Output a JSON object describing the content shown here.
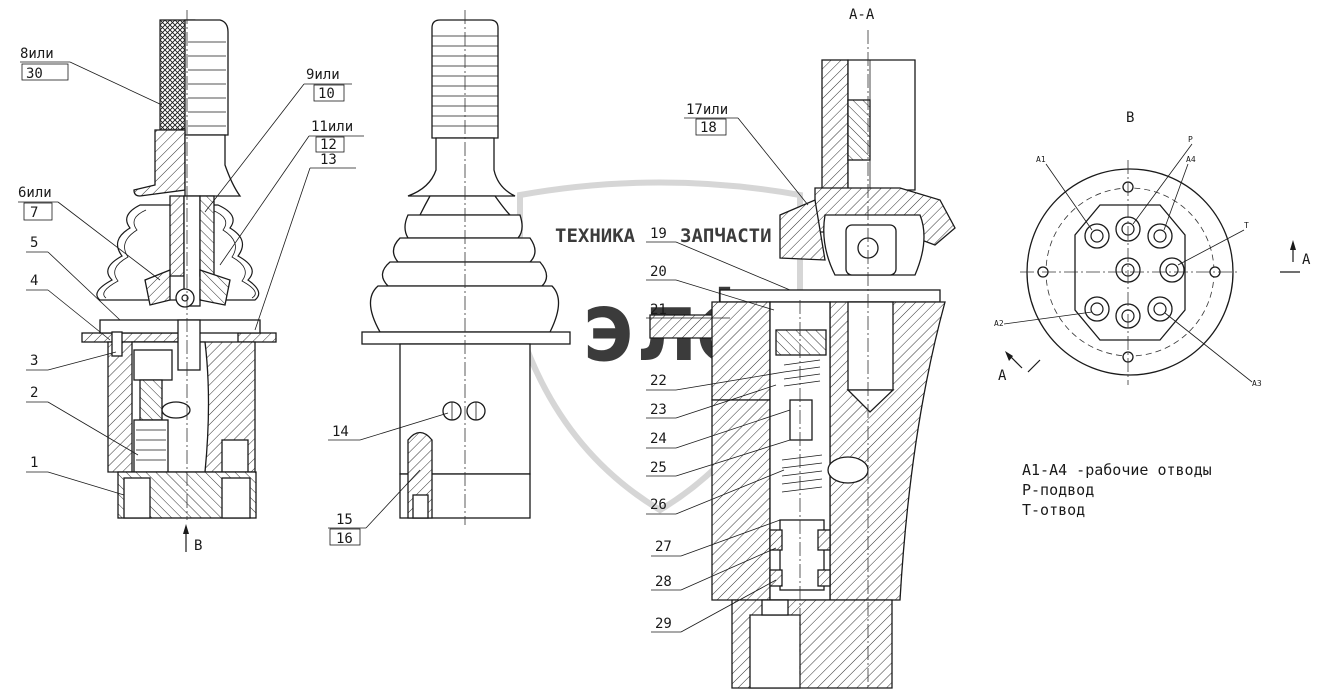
{
  "section_title": "А-А",
  "view_b_title": "В",
  "callouts": {
    "c8": "8или",
    "c30": "30",
    "c9": "9или",
    "c10": "10",
    "c11": "11или",
    "c12": "12",
    "c13": "13",
    "c6": "6или",
    "c7": "7",
    "c5": "5",
    "c4": "4",
    "c3": "3",
    "c2": "2",
    "c1": "1",
    "c14": "14",
    "c15": "15",
    "c16": "16",
    "c17": "17или",
    "c18": "18",
    "c19": "19",
    "c20": "20",
    "c21": "21",
    "c22": "22",
    "c23": "23",
    "c24": "24",
    "c25": "25",
    "c26": "26",
    "c27": "27",
    "c28": "28",
    "c29": "29"
  },
  "arrows": {
    "view_b": "В",
    "section_a_left": "А",
    "section_a_right": "А"
  },
  "port_labels": {
    "a1": "А1",
    "a2": "А2",
    "a3": "А3",
    "a4": "А4",
    "p": "Р",
    "t": "Т"
  },
  "legend": {
    "line1": "А1-А4 -рабочие отводы",
    "line2": "Р-подвод",
    "line3": "Т-отвод"
  },
  "watermark": {
    "left": "ТЕХНИКА",
    "right": "ЗАПЧАСТИ",
    "logo": "элф"
  },
  "colors": {
    "ink": "#1a1a1a",
    "watermark": "#c9c9c9",
    "background": "#ffffff"
  }
}
